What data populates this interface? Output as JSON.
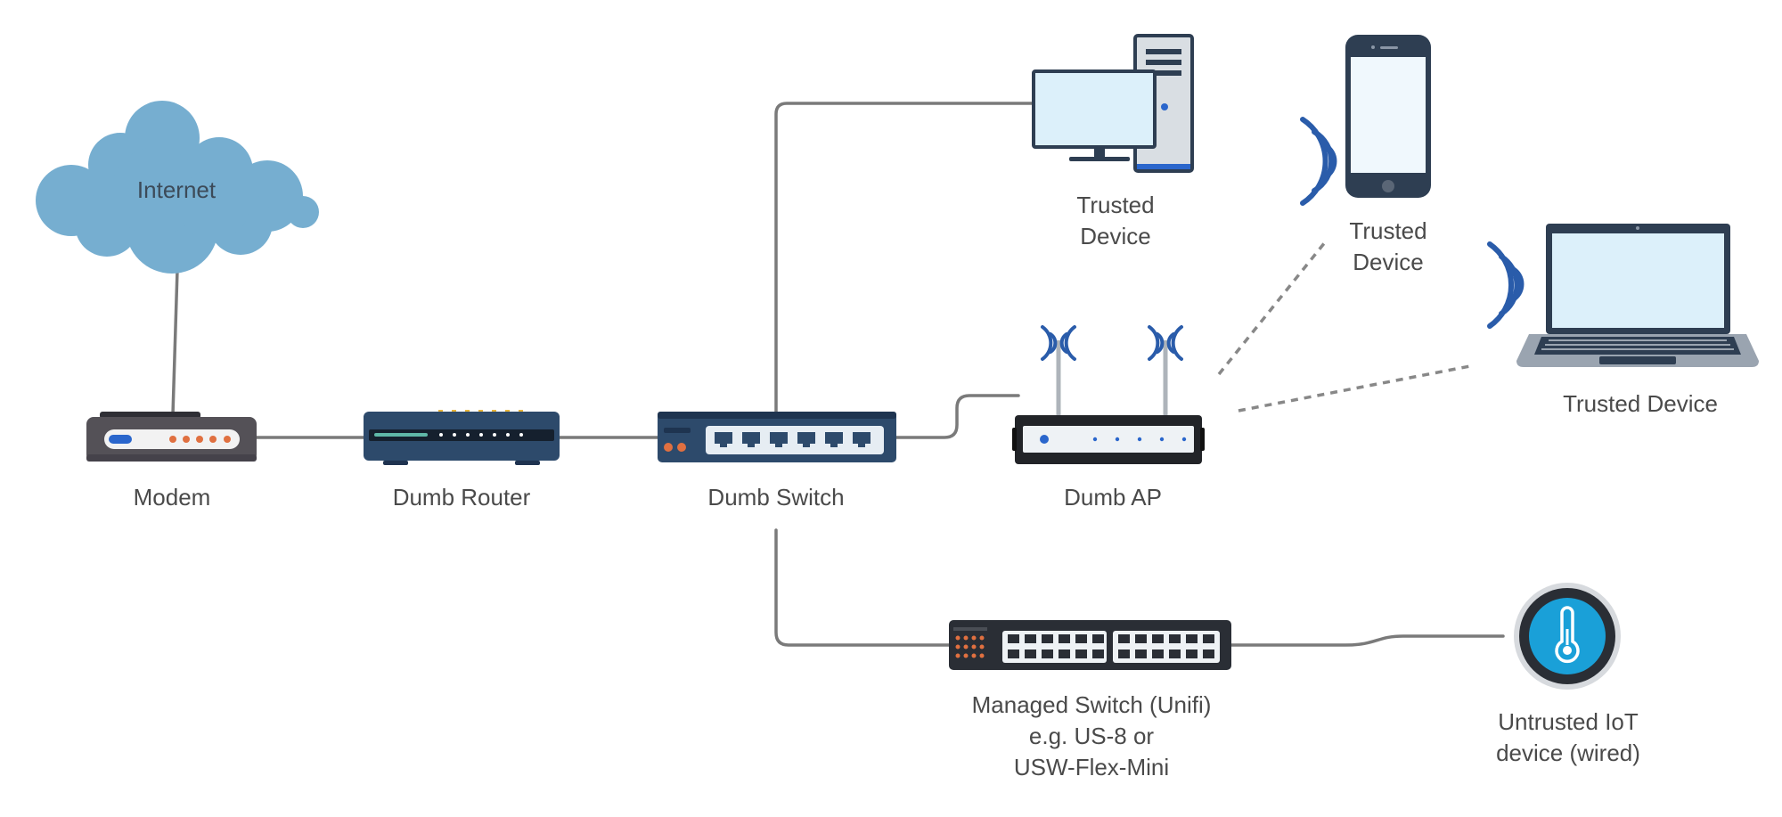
{
  "cloud": {
    "label": "Internet"
  },
  "devices": {
    "modem": {
      "label": "Modem"
    },
    "dumb_router": {
      "label": "Dumb Router"
    },
    "dumb_switch": {
      "label": "Dumb Switch"
    },
    "dumb_ap": {
      "label": "Dumb AP"
    },
    "desktop": {
      "label_lines": [
        "Trusted",
        "Device"
      ]
    },
    "phone": {
      "label_lines": [
        "Trusted",
        "Device"
      ]
    },
    "laptop": {
      "label": "Trusted  Device"
    },
    "managed_switch": {
      "label_lines": [
        "Managed Switch (Unifi)",
        "e.g. US-8 or",
        "USW-Flex-Mini"
      ]
    },
    "iot_device": {
      "label_lines": [
        "Untrusted IoT",
        "device (wired)"
      ]
    }
  },
  "colors": {
    "cloud": "#76aed0",
    "wire": "#7a7a7a",
    "wifi": "#2a5caa",
    "device_dark": "#2e3e52",
    "router_blue": "#2d4a6b",
    "screen": "#dcf0fa",
    "led_orange": "#e07040",
    "iot_blue": "#1aa0d8"
  }
}
